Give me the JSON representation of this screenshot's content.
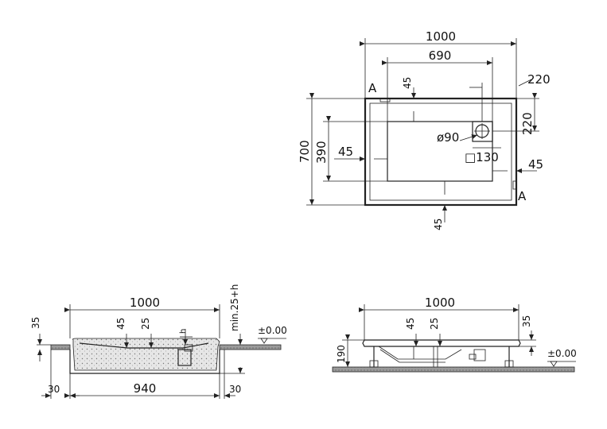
{
  "top_view": {
    "section_label_a1": "A",
    "section_label_a2": "A",
    "dim_total_width": "1000",
    "dim_inner_width": "690",
    "dim_edge_top": "45",
    "dim_right_offset": "220",
    "dim_drain_offset": "220",
    "dim_total_depth": "700",
    "dim_inner_depth": "390",
    "dim_edge_left": "45",
    "dim_drain_diameter": "ø90",
    "dim_drain_box": "□130",
    "dim_edge_right": "45",
    "dim_edge_bottom": "45"
  },
  "section_view": {
    "dim_total_width": "1000",
    "dim_height": "35",
    "dim_edge": "45",
    "dim_slope": "25",
    "dim_h": "h",
    "dim_min": "min.25+h",
    "dim_level": "±0.00",
    "dim_left_flange": "30",
    "dim_inner_width": "940",
    "dim_right_flange": "30"
  },
  "side_view": {
    "dim_total_width": "1000",
    "dim_edge": "45",
    "dim_slope": "25",
    "dim_height": "35",
    "dim_total_height": "190",
    "dim_level": "±0.00"
  }
}
